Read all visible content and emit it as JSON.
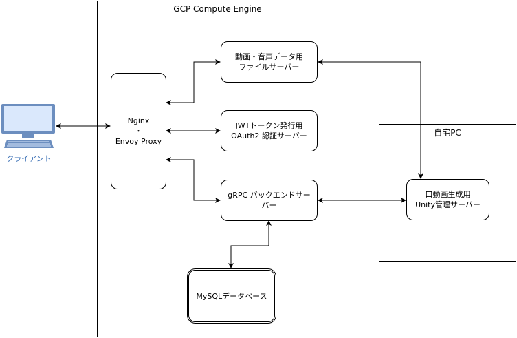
{
  "containers": {
    "gcp": {
      "title": "GCP Compute Engine"
    },
    "home": {
      "title": "自宅PC"
    }
  },
  "client": {
    "label": "クライアント",
    "icon": "computer-monitor-icon"
  },
  "nodes": {
    "proxy": {
      "lines": [
        "Nginx",
        "・",
        "Envoy Proxy"
      ]
    },
    "file_server": {
      "lines": [
        "動画・音声データ用",
        "ファイルサーバー"
      ]
    },
    "auth_server": {
      "lines": [
        "JWTトークン発行用",
        "OAuth2 認証サーバー"
      ]
    },
    "grpc_backend": {
      "lines": [
        "gRPC バックエンドサー",
        "バー"
      ]
    },
    "database": {
      "lines": [
        "MySQLデータベース"
      ]
    },
    "unity_server": {
      "lines": [
        "口動画生成用",
        "Unity管理サーバー"
      ]
    }
  },
  "colors": {
    "client_icon": "#6c8ebf",
    "client_fill": "#dae8fc",
    "client_label": "#3a6fb5"
  }
}
